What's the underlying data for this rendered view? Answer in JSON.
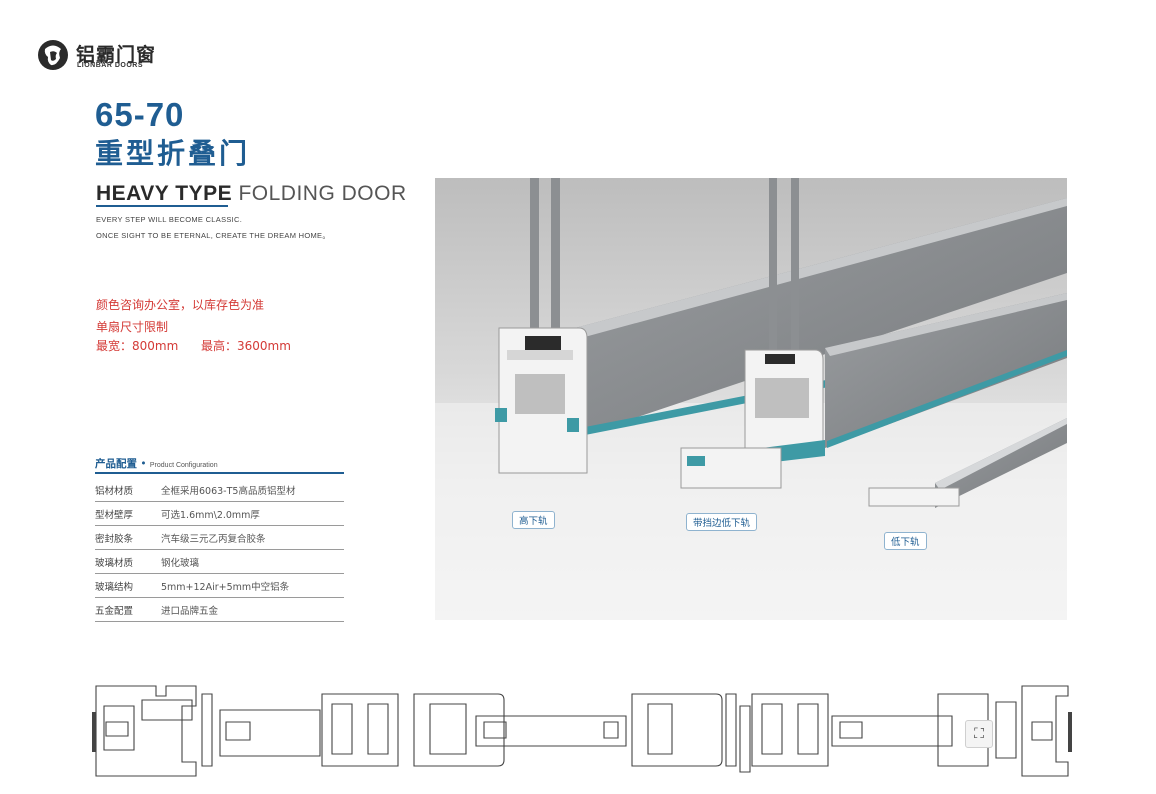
{
  "brand": {
    "name_cn": "铝霸门窗",
    "name_en": "LIONBAR DOORS"
  },
  "product": {
    "model": "65-70",
    "title_cn": "重型折叠门",
    "title_en_bold": "HEAVY TYPE",
    "title_en_light": "FOLDING DOOR",
    "slogan_line1": "EVERY STEP WILL BECOME CLASSIC.",
    "slogan_line2": "ONCE SIGHT TO BE ETERNAL, CREATE THE DREAM HOME。"
  },
  "notes": {
    "color": "颜色咨询办公室，以库存色为准",
    "size_limit": "单扇尺寸限制",
    "max_width": "最宽：800mm",
    "max_height": "最高：3600mm"
  },
  "config": {
    "heading_cn": "产品配置",
    "heading_dot": "•",
    "heading_en": "Product Configuration",
    "rows": [
      {
        "key": "铝材材质",
        "value": "全框采用6063-T5高品质铝型材"
      },
      {
        "key": "型材壁厚",
        "value": "可选1.6mm\\2.0mm厚"
      },
      {
        "key": "密封胶条",
        "value": "汽车级三元乙丙复合胶条"
      },
      {
        "key": "玻璃材质",
        "value": "钢化玻璃"
      },
      {
        "key": "玻璃结构",
        "value": "5mm+12Air+5mm中空铝条"
      },
      {
        "key": "五金配置",
        "value": "进口品牌五金"
      }
    ]
  },
  "photo_labels": {
    "high_rail": "高下轨",
    "edge_rail": "带挡边低下轨",
    "low_rail": "低下轨"
  },
  "floating_button": {
    "icon": "screenshot-icon",
    "glyph": "⛶"
  },
  "colors": {
    "brand_blue": "#1f5d92",
    "note_red": "#d43a36",
    "seal_teal": "#3e9aa5"
  }
}
